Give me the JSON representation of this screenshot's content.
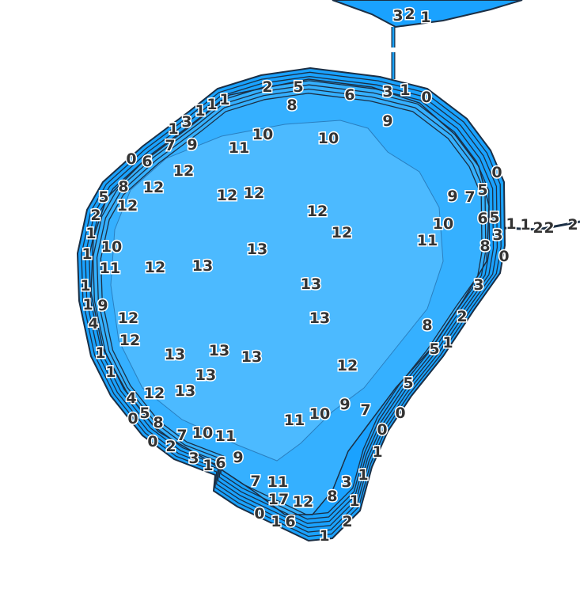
{
  "map": {
    "colors": {
      "outer_fill": "#1aa2ff",
      "mid_fill": "#35b0ff",
      "inner_fill": "#4cbaff",
      "contour_stroke": "#1b2f45",
      "label_text": "#333333",
      "label_halo": "#ffffff"
    },
    "contour_labels": [
      "3",
      "2",
      "1",
      "2",
      "5",
      "6",
      "3",
      "1",
      "0",
      "8",
      "9",
      "1",
      "1",
      "1",
      "3",
      "1",
      "10",
      "10",
      "11",
      "7",
      "9",
      "0",
      "6",
      "12",
      "8",
      "12",
      "5",
      "12",
      "12",
      "12",
      "12",
      "12",
      "0",
      "9",
      "7",
      "5",
      "6",
      "5",
      "1",
      "1",
      "2",
      "2",
      "2",
      "10",
      "11",
      "3",
      "8",
      "0",
      "2",
      "1",
      "10",
      "1",
      "11",
      "12",
      "13",
      "13",
      "13",
      "1",
      "1",
      "9",
      "4",
      "12",
      "13",
      "3",
      "2",
      "8",
      "5",
      "1",
      "12",
      "1",
      "13",
      "13",
      "13",
      "1",
      "13",
      "12",
      "5",
      "4",
      "12",
      "13",
      "5",
      "0",
      "8",
      "9",
      "7",
      "0",
      "11",
      "10",
      "0",
      "7",
      "10",
      "11",
      "0",
      "2",
      "1",
      "3",
      "1",
      "6",
      "9",
      "1",
      "3",
      "7",
      "11",
      "8",
      "1",
      "17",
      "12",
      "0",
      "1",
      "6",
      "2",
      "1"
    ]
  }
}
